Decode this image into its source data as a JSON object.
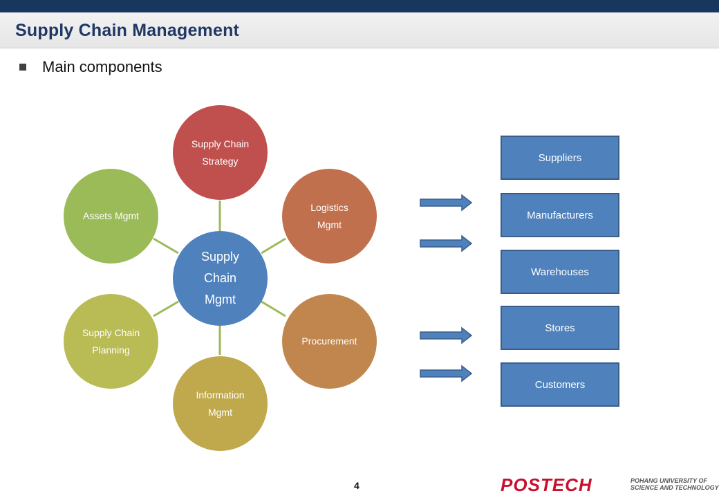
{
  "header": {
    "title": "Supply Chain Management"
  },
  "bullet": {
    "text": "Main components"
  },
  "diagram": {
    "center": {
      "label": "Supply\nChain\nMgmt",
      "color": "#4f81bd"
    },
    "nodes": [
      {
        "label": "Supply Chain\nStrategy",
        "color": "#c0504d"
      },
      {
        "label": "Logistics\nMgmt",
        "color": "#c0704d"
      },
      {
        "label": "Procurement",
        "color": "#c0864d"
      },
      {
        "label": "Information\nMgmt",
        "color": "#c0a94d"
      },
      {
        "label": "Supply Chain\nPlanning",
        "color": "#b9bb55"
      },
      {
        "label": "Assets Mgmt",
        "color": "#9bbb59"
      }
    ],
    "connector_color": "#9bbb59"
  },
  "entities": [
    "Suppliers",
    "Manufacturers",
    "Warehouses",
    "Stores",
    "Customers"
  ],
  "arrow_color": "#4f81bd",
  "footer": {
    "page_number": "4",
    "logo_text": "POSTECH",
    "logo_subtext": "POHANG UNIVERSITY OF\nSCIENCE AND TECHNOLOGY"
  }
}
